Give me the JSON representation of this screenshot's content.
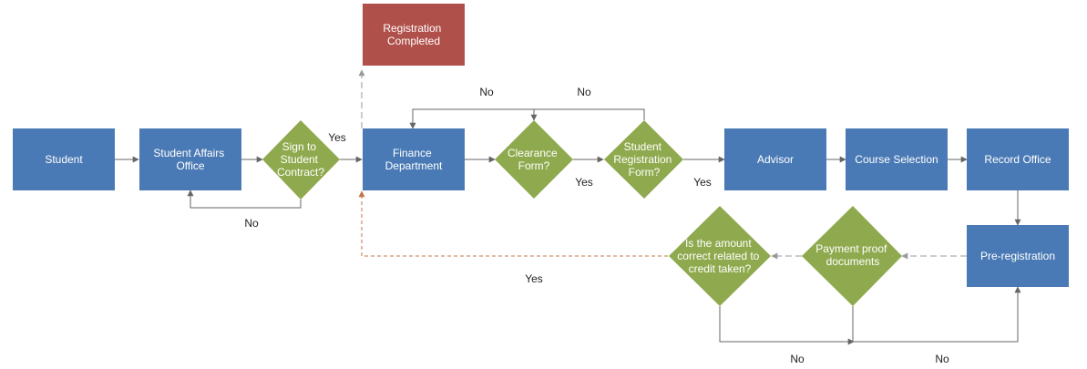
{
  "colors": {
    "process": "#4a7ab5",
    "decision": "#8faa4e",
    "terminal": "#b0504a",
    "connector": "#666666",
    "dashed_connector": "#999999",
    "highlight_connector": "#c0764a",
    "text": "#ffffff",
    "label": "#222222"
  },
  "nodes": {
    "student": [
      "Student"
    ],
    "student_affairs": [
      "Student Affairs",
      "Office"
    ],
    "sign_contract": [
      "Sign to",
      "Student",
      "Contract?"
    ],
    "registration_completed": [
      "Registration",
      "Completed"
    ],
    "finance": [
      "Finance",
      "Department"
    ],
    "clearance": [
      "Clearance",
      "Form?"
    ],
    "student_reg_form": [
      "Student",
      "Registration",
      "Form?"
    ],
    "advisor": [
      "Advisor"
    ],
    "course_selection": [
      "Course Selection"
    ],
    "record_office": [
      "Record Office"
    ],
    "pre_registration": [
      "Pre-registration"
    ],
    "payment_proof": [
      "Payment proof",
      "documents"
    ],
    "amount_correct": [
      "Is the amount",
      "correct related to",
      "credit taken?"
    ]
  },
  "labels": {
    "yes_contract": "Yes",
    "no_contract": "No",
    "no_clearance": "No",
    "yes_clearance": "Yes",
    "no_reg_form": "No",
    "yes_reg_form": "Yes",
    "yes_amount": "Yes",
    "no_amount": "No",
    "no_payment": "No"
  }
}
